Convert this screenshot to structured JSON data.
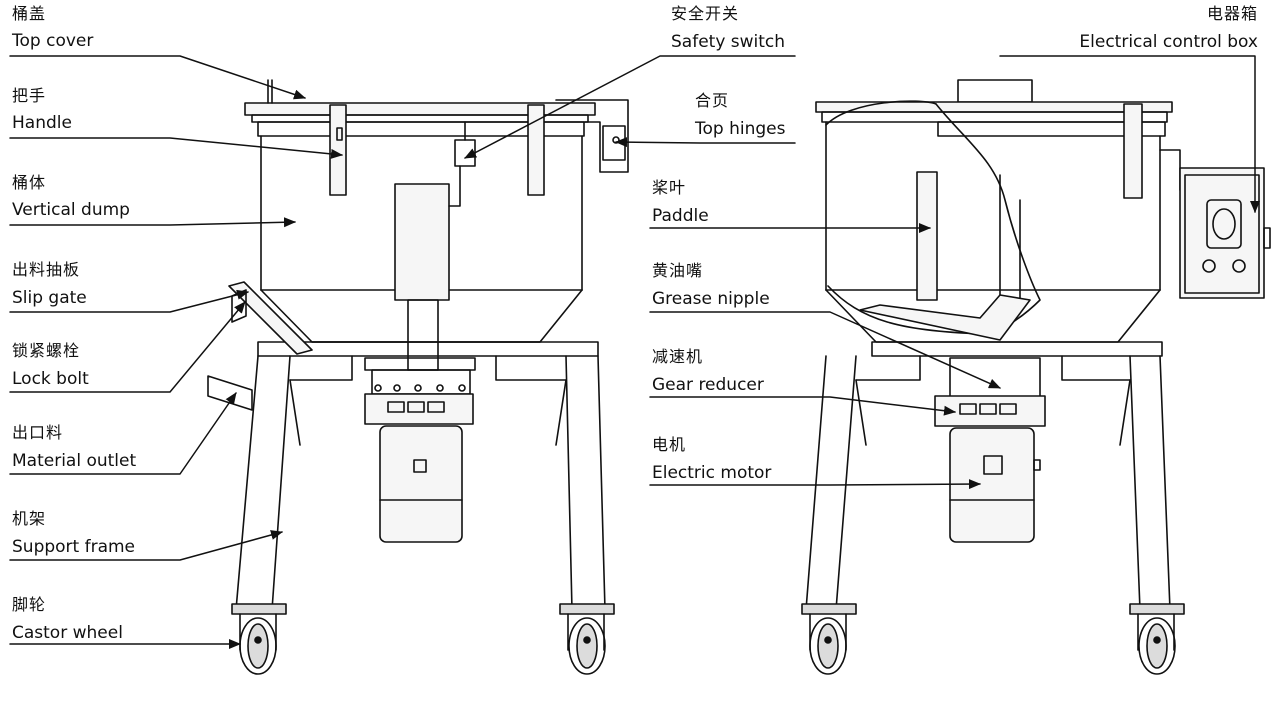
{
  "colors": {
    "ink": "#111111",
    "fill": "#f6f6f6",
    "shade": "#dcdcdc",
    "bg": "#ffffff"
  },
  "labels": {
    "top_cover": {
      "cn": "桶盖",
      "en": "Top cover"
    },
    "handle": {
      "cn": "把手",
      "en": "Handle"
    },
    "vertical_dump": {
      "cn": "桶体",
      "en": "Vertical dump"
    },
    "slip_gate": {
      "cn": "出料抽板",
      "en": "Slip gate"
    },
    "lock_bolt": {
      "cn": "锁紧螺栓",
      "en": "Lock bolt"
    },
    "material_outlet": {
      "cn": "出口料",
      "en": "Material outlet"
    },
    "support_frame": {
      "cn": "机架",
      "en": "Support frame"
    },
    "castor_wheel": {
      "cn": "脚轮",
      "en": "Castor wheel"
    },
    "safety_switch": {
      "cn": "安全开关",
      "en": "Safety switch"
    },
    "top_hinges": {
      "cn": "合页",
      "en": "Top hinges"
    },
    "paddle": {
      "cn": "桨叶",
      "en": "Paddle"
    },
    "grease_nipple": {
      "cn": "黄油嘴",
      "en": "Grease nipple"
    },
    "gear_reducer": {
      "cn": "减速机",
      "en": "Gear reducer"
    },
    "electric_motor": {
      "cn": "电机",
      "en": "Electric motor"
    },
    "electrical_control_box": {
      "cn": "电器箱",
      "en": "Electrical control box"
    }
  }
}
